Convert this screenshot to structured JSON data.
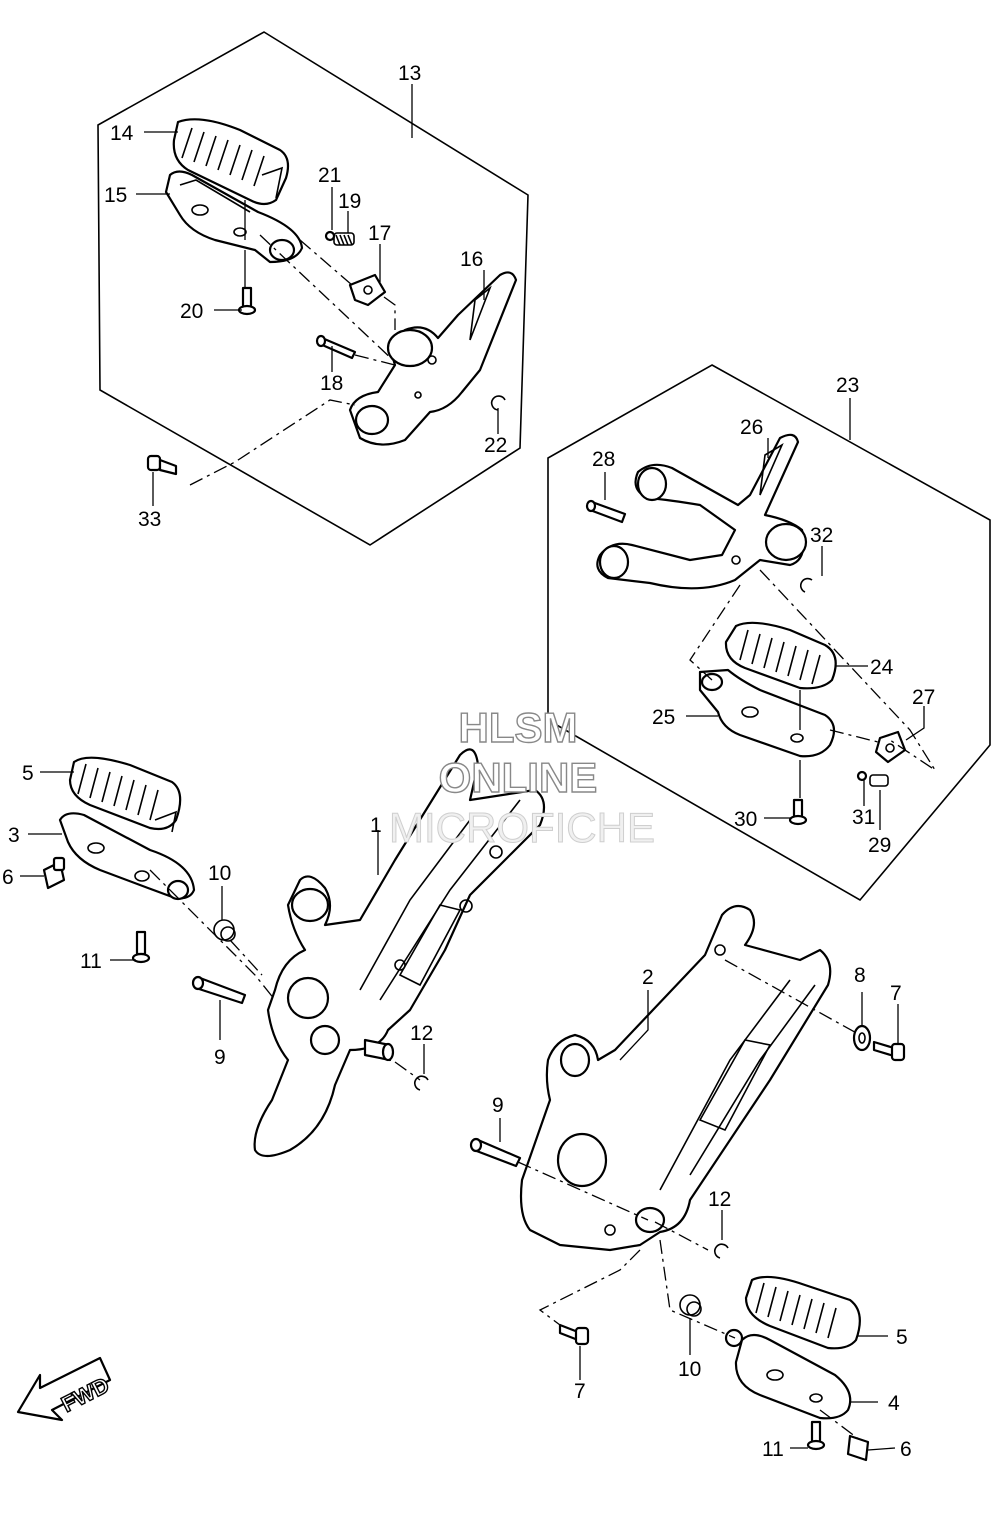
{
  "watermark": {
    "line1": "HLSM",
    "line2": "ONLINE",
    "line3": "MICROFICHE"
  },
  "direction_badge": {
    "label": "FWD",
    "icon": "fwd-arrow-icon"
  },
  "callouts": {
    "c1": "1",
    "c2": "2",
    "c3": "3",
    "c4": "4",
    "c5a": "5",
    "c5b": "5",
    "c6a": "6",
    "c6b": "6",
    "c7a": "7",
    "c7b": "7",
    "c8": "8",
    "c9a": "9",
    "c9b": "9",
    "c10a": "10",
    "c10b": "10",
    "c11a": "11",
    "c11b": "11",
    "c12a": "12",
    "c12b": "12",
    "c13": "13",
    "c14": "14",
    "c15": "15",
    "c16": "16",
    "c17": "17",
    "c18": "18",
    "c19": "19",
    "c20": "20",
    "c21": "21",
    "c22": "22",
    "c23": "23",
    "c24": "24",
    "c25": "25",
    "c26": "26",
    "c27": "27",
    "c28": "28",
    "c29": "29",
    "c30": "30",
    "c31": "31",
    "c32": "32",
    "c33": "33"
  }
}
